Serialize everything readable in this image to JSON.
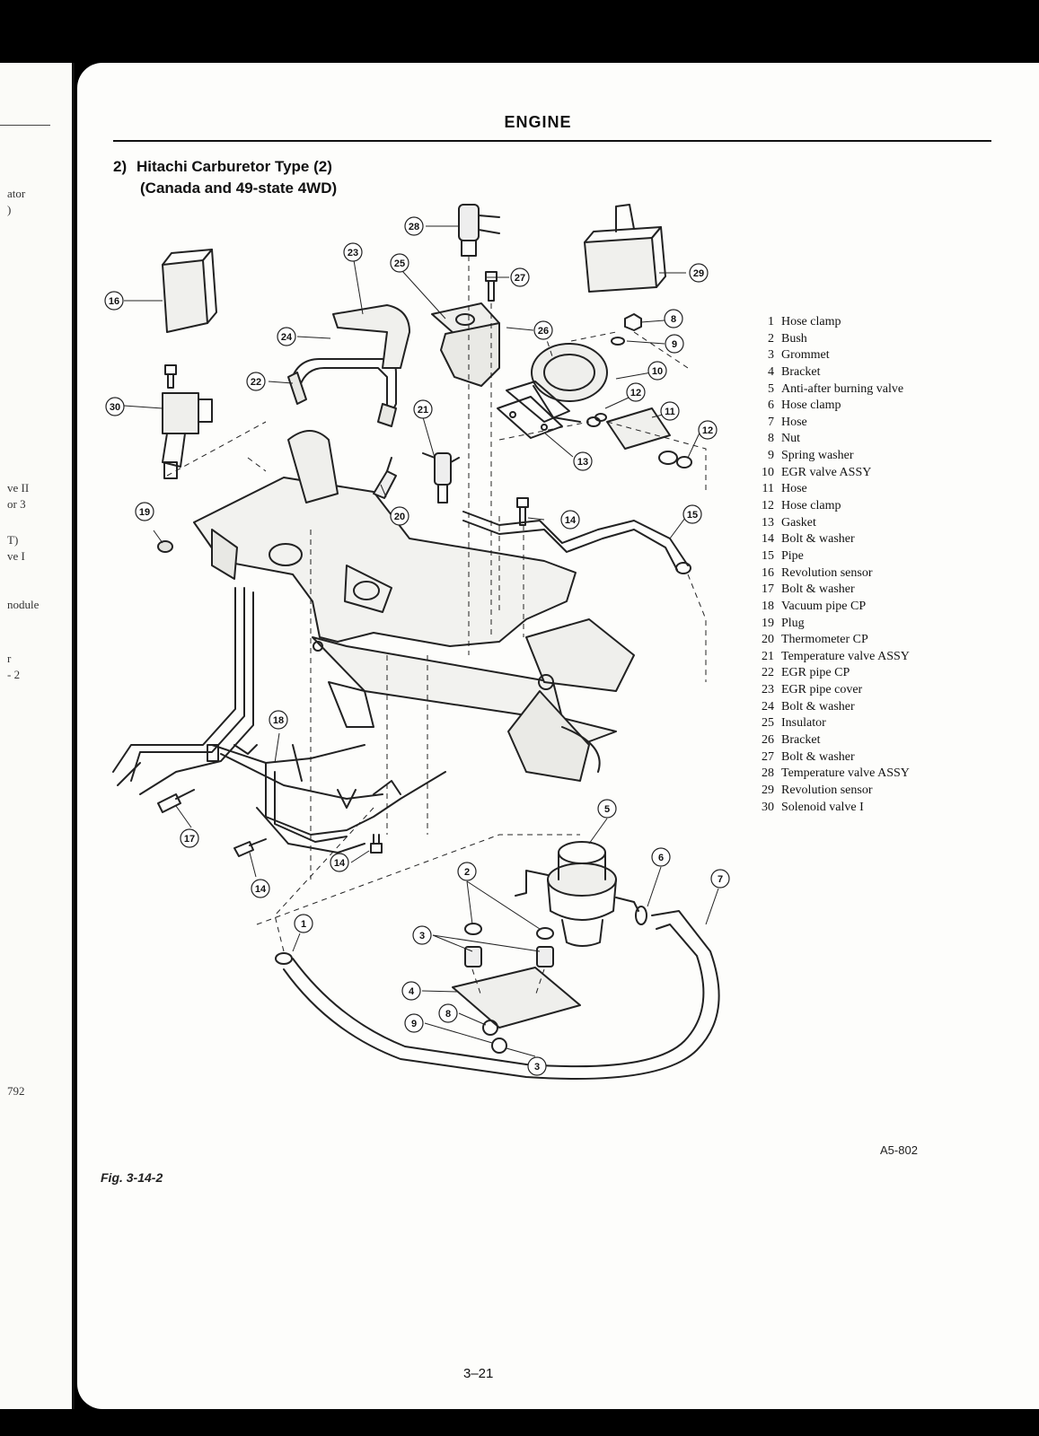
{
  "left_page_fragments": [
    "ator",
    ")",
    "ve II",
    "or 3",
    "T)",
    "ve I",
    "nodule",
    "r",
    "- 2",
    "792"
  ],
  "header": "ENGINE",
  "section": {
    "number": "2)",
    "title": "Hitachi Carburetor Type (2)",
    "subtitle": "(Canada and 49-state 4WD)"
  },
  "callouts": [
    "1",
    "2",
    "3",
    "4",
    "5",
    "6",
    "7",
    "8",
    "9",
    "10",
    "11",
    "12",
    "13",
    "14",
    "15",
    "16",
    "17",
    "18",
    "19",
    "20",
    "21",
    "22",
    "23",
    "24",
    "25",
    "26",
    "27",
    "28",
    "29",
    "30"
  ],
  "legend": [
    {
      "n": "1",
      "label": "Hose clamp"
    },
    {
      "n": "2",
      "label": "Bush"
    },
    {
      "n": "3",
      "label": "Grommet"
    },
    {
      "n": "4",
      "label": "Bracket"
    },
    {
      "n": "5",
      "label": "Anti-after burning valve"
    },
    {
      "n": "6",
      "label": "Hose clamp"
    },
    {
      "n": "7",
      "label": "Hose"
    },
    {
      "n": "8",
      "label": "Nut"
    },
    {
      "n": "9",
      "label": "Spring washer"
    },
    {
      "n": "10",
      "label": "EGR valve ASSY"
    },
    {
      "n": "11",
      "label": "Hose"
    },
    {
      "n": "12",
      "label": "Hose clamp"
    },
    {
      "n": "13",
      "label": "Gasket"
    },
    {
      "n": "14",
      "label": "Bolt & washer"
    },
    {
      "n": "15",
      "label": "Pipe"
    },
    {
      "n": "16",
      "label": "Revolution sensor"
    },
    {
      "n": "17",
      "label": "Bolt & washer"
    },
    {
      "n": "18",
      "label": "Vacuum pipe CP"
    },
    {
      "n": "19",
      "label": "Plug"
    },
    {
      "n": "20",
      "label": "Thermometer CP"
    },
    {
      "n": "21",
      "label": "Temperature valve ASSY"
    },
    {
      "n": "22",
      "label": "EGR pipe CP"
    },
    {
      "n": "23",
      "label": "EGR pipe cover"
    },
    {
      "n": "24",
      "label": "Bolt & washer"
    },
    {
      "n": "25",
      "label": "Insulator"
    },
    {
      "n": "26",
      "label": "Bracket"
    },
    {
      "n": "27",
      "label": "Bolt & washer"
    },
    {
      "n": "28",
      "label": "Temperature valve ASSY"
    },
    {
      "n": "29",
      "label": "Revolution sensor"
    },
    {
      "n": "30",
      "label": "Solenoid valve I"
    }
  ],
  "figure_code": "A5-802",
  "figure_caption": "Fig. 3-14-2",
  "page_number": "3–21"
}
